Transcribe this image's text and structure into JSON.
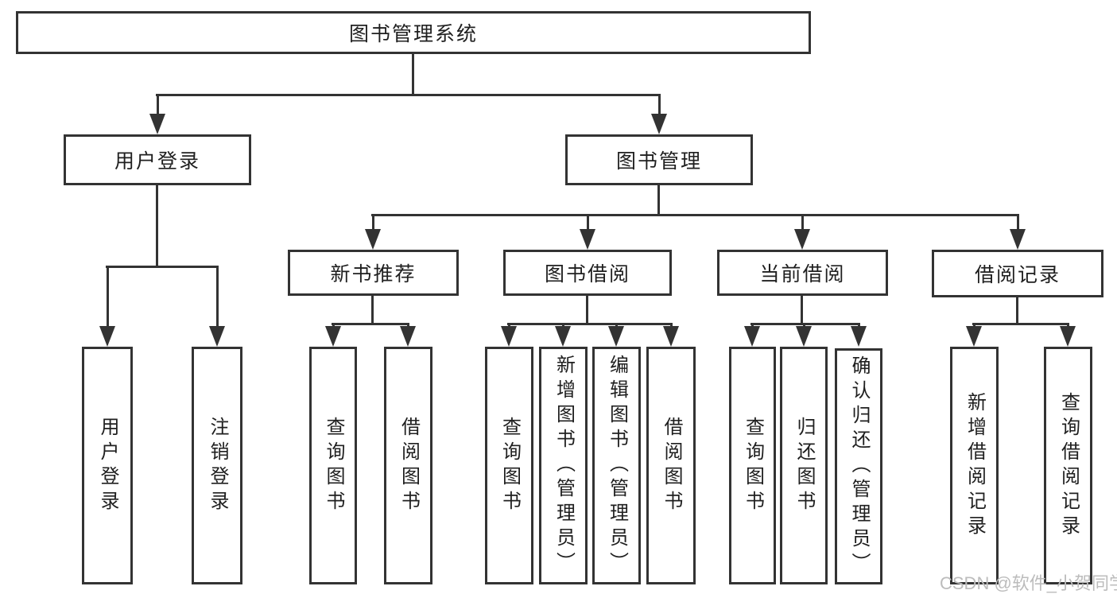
{
  "colors": {
    "line": "#333333",
    "text": "#1f1f1f",
    "background": "#ffffff",
    "watermark": "#bcbcbc"
  },
  "tree": {
    "root": {
      "label": "图书管理系统",
      "children": [
        {
          "label": "用户登录",
          "children": [
            {
              "label": "用户登录"
            },
            {
              "label": "注销登录"
            }
          ]
        },
        {
          "label": "图书管理",
          "children": [
            {
              "label": "新书推荐",
              "children": [
                {
                  "label": "查询图书"
                },
                {
                  "label": "借阅图书"
                }
              ]
            },
            {
              "label": "图书借阅",
              "children": [
                {
                  "label": "查询图书"
                },
                {
                  "label": "新增图书（管理员）"
                },
                {
                  "label": "编辑图书（管理员）"
                },
                {
                  "label": "借阅图书"
                }
              ]
            },
            {
              "label": "当前借阅",
              "children": [
                {
                  "label": "查询图书"
                },
                {
                  "label": "归还图书"
                },
                {
                  "label": "确认归还（管理员）"
                }
              ]
            },
            {
              "label": "借阅记录",
              "children": [
                {
                  "label": "新增借阅记录"
                },
                {
                  "label": "查询借阅记录"
                }
              ]
            }
          ]
        }
      ]
    }
  },
  "watermark": {
    "text": "CSDN @软件_小贺同学"
  }
}
